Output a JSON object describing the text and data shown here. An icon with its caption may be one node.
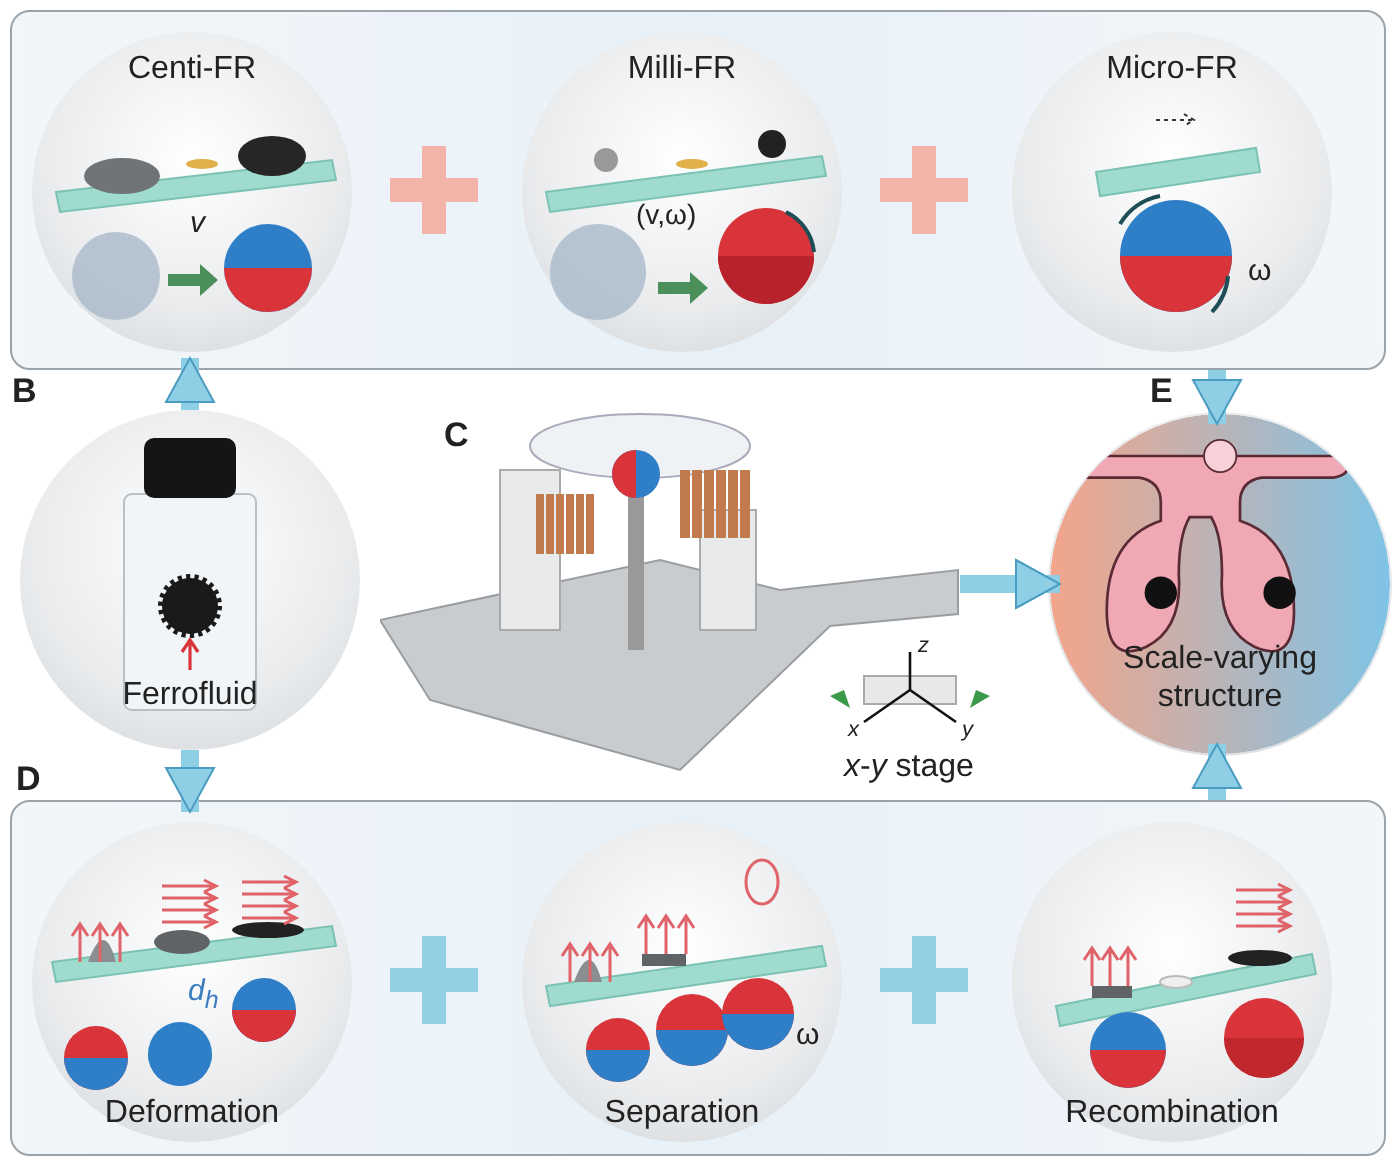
{
  "diagram": {
    "nodes": [
      {
        "text": [],
        "shape": "box"
      },
      {
        "text": [
          "Centi-FR"
        ],
        "in": 0
      },
      {
        "text": [
          "Milli-FR"
        ],
        "in": 0
      },
      {
        "text": [
          "Micro-FR"
        ],
        "in": 0
      },
      {
        "text": [
          "Ferrofluid"
        ],
        "beside": [
          "B"
        ]
      },
      {
        "text": [],
        "shape": "picture",
        "beside": [
          "C"
        ]
      },
      {
        "text": [
          "Scale-varying structure"
        ],
        "beside": [
          "E"
        ]
      },
      {
        "text": [],
        "shape": "box",
        "beside": [
          "D"
        ]
      },
      {
        "text": [
          "Deformation"
        ],
        "in": 7
      },
      {
        "text": [
          "Separation"
        ],
        "in": 7
      },
      {
        "text": [
          "Recombination"
        ],
        "in": 7
      }
    ],
    "edges": [
      {
        "from": 4,
        "to": 0,
        "arrow": "to"
      },
      {
        "from": 4,
        "to": 7,
        "arrow": "to"
      },
      {
        "from": 0,
        "to": 6,
        "arrow": "to"
      },
      {
        "from": 5,
        "to": 6,
        "arrow": "to"
      },
      {
        "from": 7,
        "to": 6,
        "arrow": "to"
      }
    ],
    "labels": [
      "v",
      "(v,ω)",
      "ω",
      "d$_{h}$",
      "ω",
      "z",
      "x",
      "y",
      "*x*-*y* stage"
    ]
  }
}
